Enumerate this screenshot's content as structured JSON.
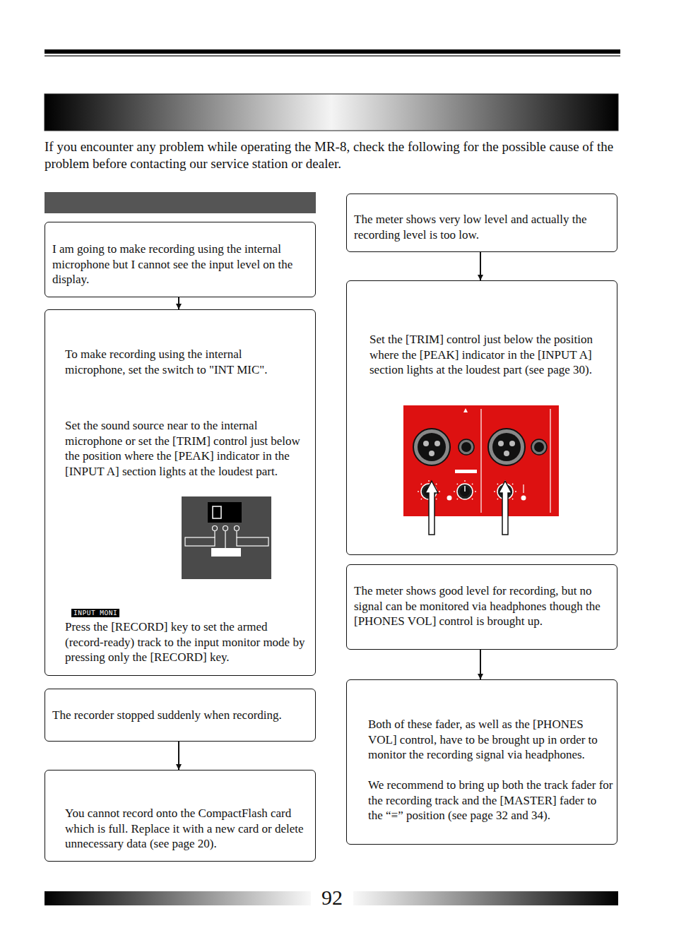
{
  "diagram": {
    "nodes": [
      {
        "text": [
          "I am going to make recording using the internal microphone but I cannot see the input level on the display."
        ]
      },
      {
        "text": [
          "To make recording using the internal microphone, set the switch to \"INT MIC\".",
          "Set the sound source near to the internal microphone or set the [TRIM] control just below the position where the [PEAK] indicator in the [INPUT A] section lights at the loudest part.",
          "Press the [RECORD] key to set the armed (record-ready) track to the input monitor mode by pressing only the [RECORD] key."
        ]
      },
      {
        "text": [
          "The recorder stopped suddenly when recording."
        ]
      },
      {
        "text": [
          "You cannot record onto the CompactFlash card which is full. Replace it with a new card or delete unnecessary data (see page 20)."
        ]
      },
      {
        "text": [
          "The meter shows very low level and actually the recording level is too low."
        ]
      },
      {
        "text": [
          "Set the [TRIM] control just below the position where the [PEAK] indicator in the [INPUT A] section lights at the loudest part (see page 30)."
        ]
      },
      {
        "text": [
          "The meter shows good level for recording, but no signal can be monitored via headphones though the [PHONES VOL] control is brought up."
        ]
      },
      {
        "text": [
          "Both of these fader, as well as the [PHONES VOL] control, have to be brought up in order to monitor the recording signal via headphones.",
          "We recommend to bring up both the track fader for the recording track and the [MASTER] fader to the “≡” position (see page 32 and 34)."
        ]
      }
    ],
    "edges": [
      {
        "from": 0,
        "to": 1,
        "arrow": "to"
      },
      {
        "from": 2,
        "to": 3,
        "arrow": "to"
      },
      {
        "from": 4,
        "to": 5,
        "arrow": "to"
      },
      {
        "from": 6,
        "to": 7,
        "arrow": "to"
      }
    ],
    "labels": [
      "If you encounter any problem while operating the MR-8, check the following for the possible cause of the problem before contacting our service station or dealer.",
      "INPUT MONI",
      "92"
    ]
  }
}
